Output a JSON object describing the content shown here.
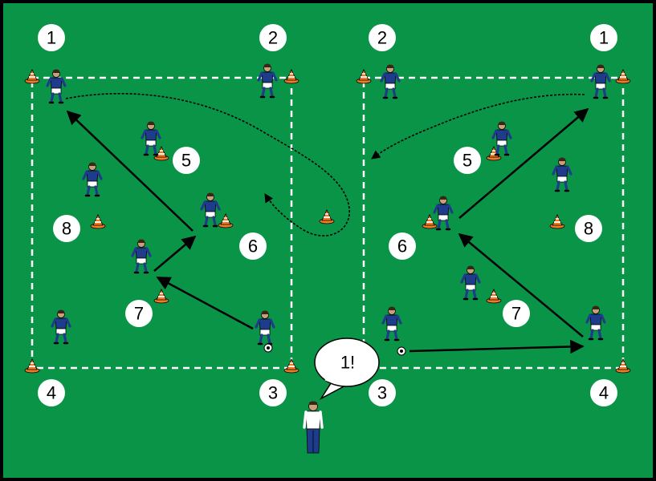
{
  "colors": {
    "pitch": "#0a9448",
    "frame": "#000000",
    "boundary": "#ffffff",
    "jersey": "#1f3c8c",
    "shorts": "#ffffff",
    "cone": "#f07a25",
    "arrow": "#000000"
  },
  "left_field": {
    "labels": [
      "1",
      "2",
      "3",
      "4",
      "5",
      "6",
      "7",
      "8"
    ]
  },
  "right_field": {
    "labels": [
      "1",
      "2",
      "3",
      "4",
      "5",
      "6",
      "7",
      "8"
    ]
  },
  "coach": {
    "speech": "1!"
  },
  "icons": [
    "player-icon",
    "cone-icon",
    "ball-icon",
    "coach-icon",
    "speech-bubble-icon"
  ]
}
